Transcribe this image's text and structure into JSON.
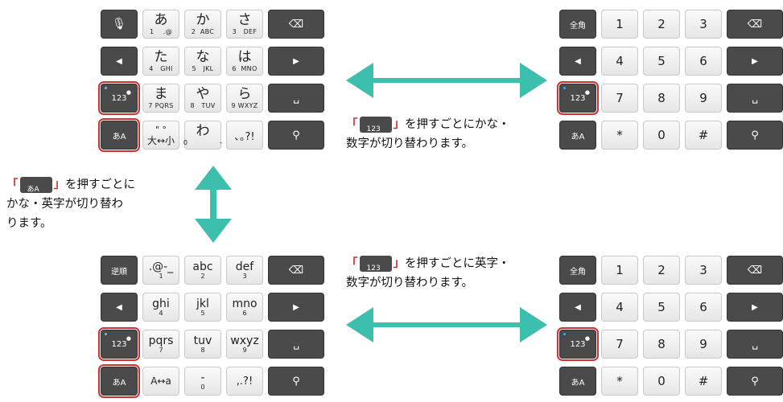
{
  "colors": {
    "accent": "#d32f2f",
    "arrow": "#3dbfae",
    "key_dark": "#4a4a4a"
  },
  "kb_kana": {
    "mic_icon": "mic-icon",
    "backspace_icon": "backspace-icon",
    "rows": [
      [
        {
          "m": "あ",
          "s": "1    .@"
        },
        {
          "m": "か",
          "s": "2  ABC"
        },
        {
          "m": "さ",
          "s": "3   DEF"
        }
      ],
      [
        {
          "m": "た",
          "s": "4   GHI"
        },
        {
          "m": "な",
          "s": "5   JKL"
        },
        {
          "m": "は",
          "s": "6  MNO"
        }
      ],
      [
        {
          "m": "ま",
          "s": "7 PQRS"
        },
        {
          "m": "や",
          "s": "8   TUV"
        },
        {
          "m": "ら",
          "s": "9 WXYZ"
        }
      ]
    ],
    "row4": {
      "k1m": "\"  °",
      "k1s": "大↔小",
      "k2m": "わ",
      "k2s": "0              -",
      "k3": "､｡?!"
    },
    "mode_123": "123",
    "mode_kana": "あA"
  },
  "kb_num_top": {
    "zenkaku": "全角",
    "n": [
      "1",
      "2",
      "3",
      "4",
      "5",
      "6",
      "7",
      "8",
      "9"
    ],
    "star": "*",
    "zero": "0",
    "hash": "#",
    "mode_123": "123",
    "mode_kana": "あA"
  },
  "kb_alpha": {
    "gyakujun": "逆順",
    "rows": [
      [
        {
          "m": ".@-_",
          "s": "1"
        },
        {
          "m": "abc",
          "s": "2"
        },
        {
          "m": "def",
          "s": "3"
        }
      ],
      [
        {
          "m": "ghi",
          "s": "4"
        },
        {
          "m": "jkl",
          "s": "5"
        },
        {
          "m": "mno",
          "s": "6"
        }
      ],
      [
        {
          "m": "pqrs",
          "s": "7"
        },
        {
          "m": "tuv",
          "s": "8"
        },
        {
          "m": "wxyz",
          "s": "9"
        }
      ]
    ],
    "row4": {
      "k1": "A↔a",
      "k2m": "-",
      "k2s": "0",
      "k3": ",.?!"
    },
    "mode_123": "123",
    "mode_kana": "あA"
  },
  "kb_num_bottom": {
    "zenkaku": "全角",
    "n": [
      "1",
      "2",
      "3",
      "4",
      "5",
      "6",
      "7",
      "8",
      "9"
    ],
    "star": "*",
    "zero": "0",
    "hash": "#",
    "mode_123": "123",
    "mode_kana": "あA"
  },
  "ann_top": {
    "open": "「",
    "close": "」",
    "text1": "を押すごとにかな・",
    "text2": "数字が切り替わります。",
    "chip": "123"
  },
  "ann_left": {
    "open": "「",
    "close": "」",
    "text1": "を押すごとに",
    "text2": "かな・英字が切り替わ",
    "text3": "ります。",
    "chip": "あA"
  },
  "ann_bottom": {
    "open": "「",
    "close": "」",
    "text1": "を押すごとに英字・",
    "text2": "数字が切り替わります。",
    "chip": "123"
  }
}
